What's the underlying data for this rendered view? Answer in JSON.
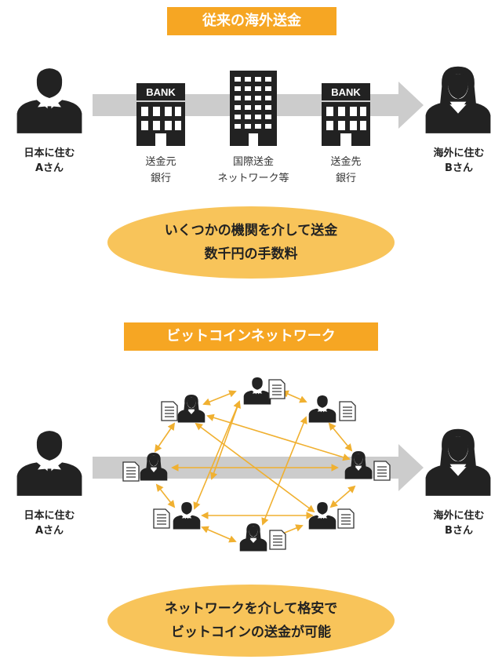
{
  "section1": {
    "title": "従来の海外送金",
    "sender": {
      "line1": "日本に住む",
      "line2": "Aさん"
    },
    "receiver": {
      "line1": "海外に住む",
      "line2": "Bさん"
    },
    "bank_sign": "BANK",
    "institutions": [
      {
        "line1": "送金元",
        "line2": "銀行"
      },
      {
        "line1": "国際送金",
        "line2": "ネットワーク等"
      },
      {
        "line1": "送金先",
        "line2": "銀行"
      }
    ],
    "summary": {
      "line1": "いくつかの機関を介して送金",
      "line2": "数千円の手数料"
    }
  },
  "section2": {
    "title": "ビットコインネットワーク",
    "sender": {
      "line1": "日本に住む",
      "line2": "Aさん"
    },
    "receiver": {
      "line1": "海外に住む",
      "line2": "Bさん"
    },
    "summary": {
      "line1": "ネットワークを介して格安で",
      "line2": "ビットコインの送金が可能"
    }
  },
  "colors": {
    "accent": "#f6a623",
    "ellipse": "#f8c45a",
    "arrow": "#cccccc",
    "figure": "#222222",
    "link": "#f0b030"
  }
}
